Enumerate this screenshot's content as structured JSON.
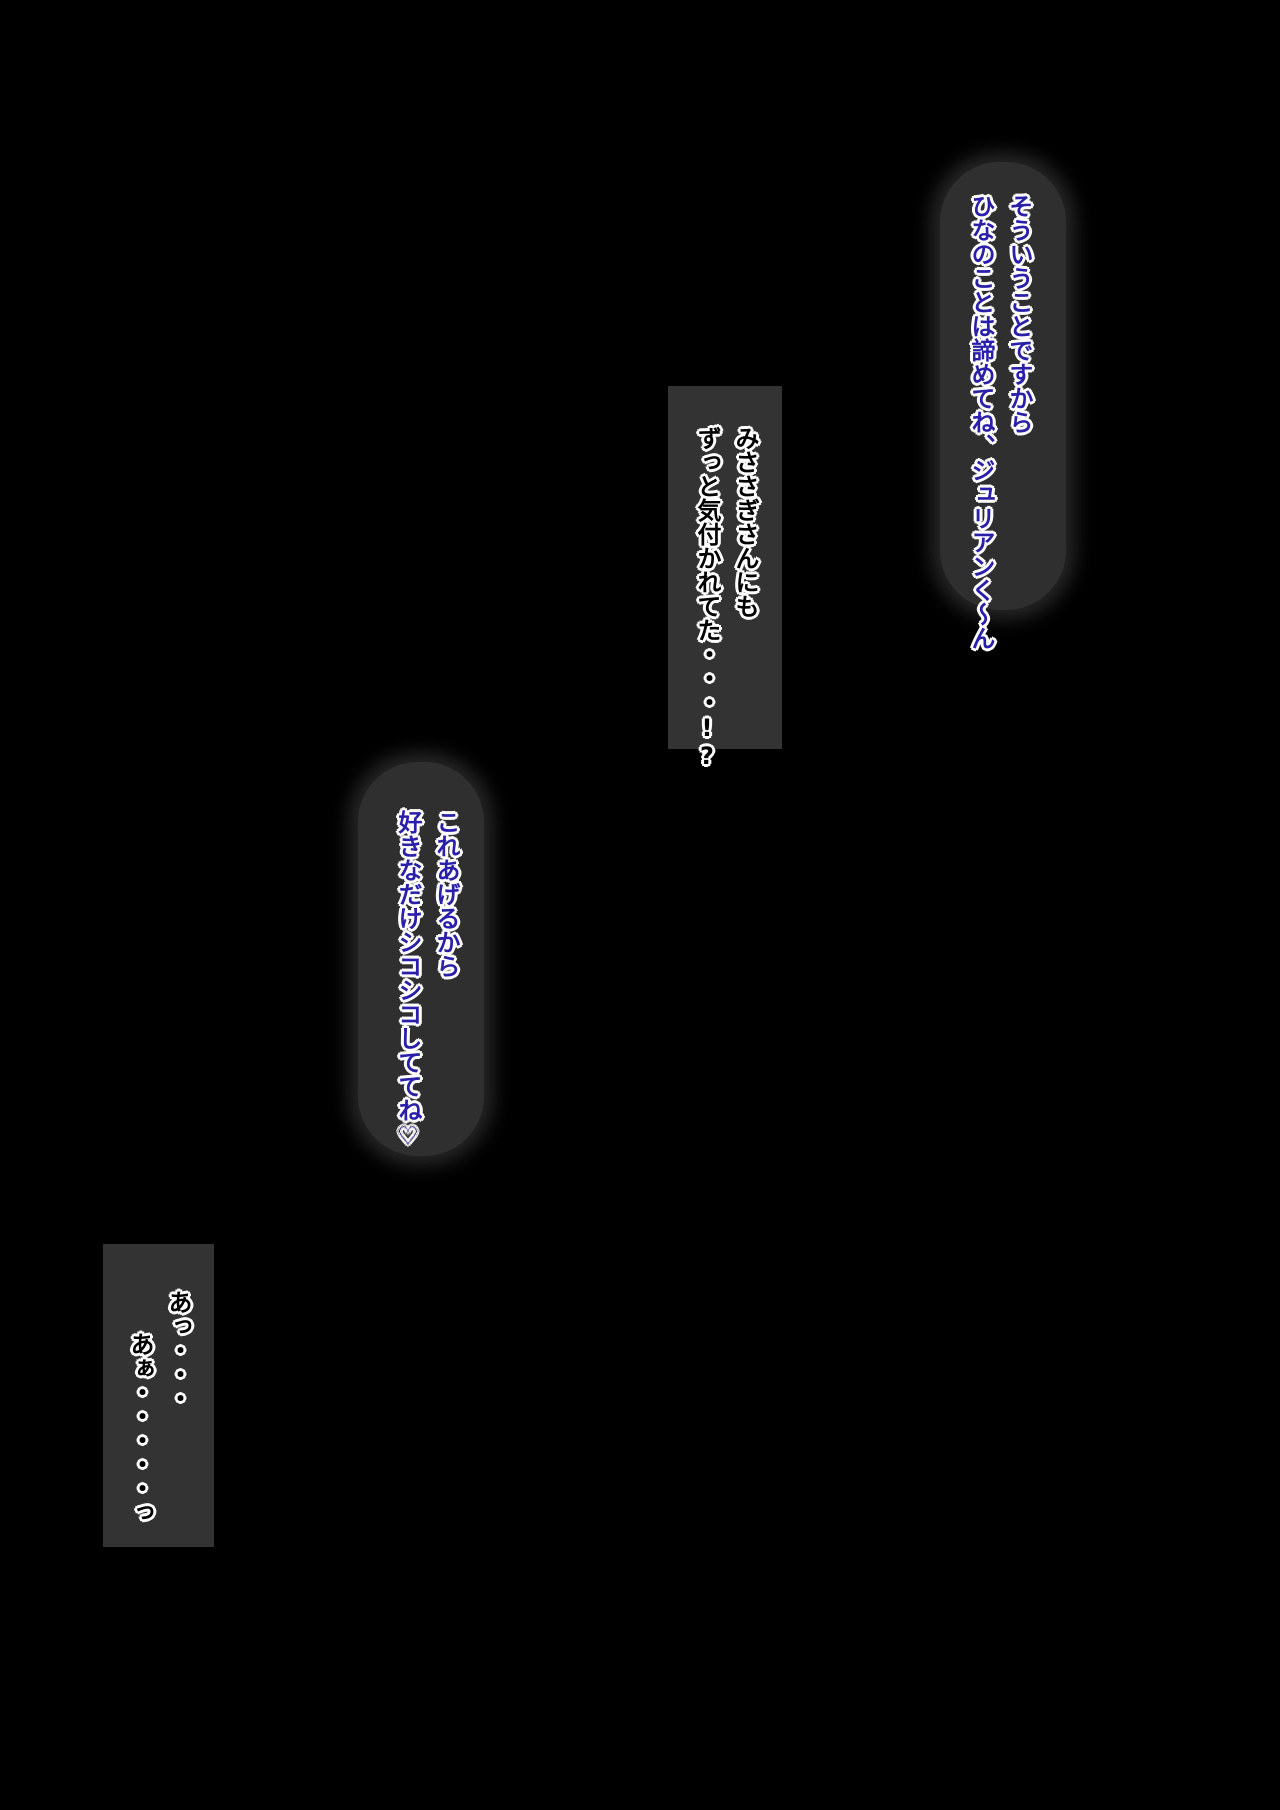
{
  "panels": [
    {
      "kind": "speech-bubble",
      "lines": [
        "そういうことですから",
        "ひなのことは諦めてね、ジュリアンく～ん"
      ]
    },
    {
      "kind": "narration-box",
      "lines": [
        "みささぎさんにも",
        "ずっと気付かれてた・・・!?"
      ]
    },
    {
      "kind": "speech-bubble",
      "lines": [
        "これあげるから",
        "好きなだけシコシコしててね♡"
      ]
    },
    {
      "kind": "narration-box",
      "lines": [
        "あっ・・・",
        "あぁ・・・・・っ"
      ]
    }
  ]
}
